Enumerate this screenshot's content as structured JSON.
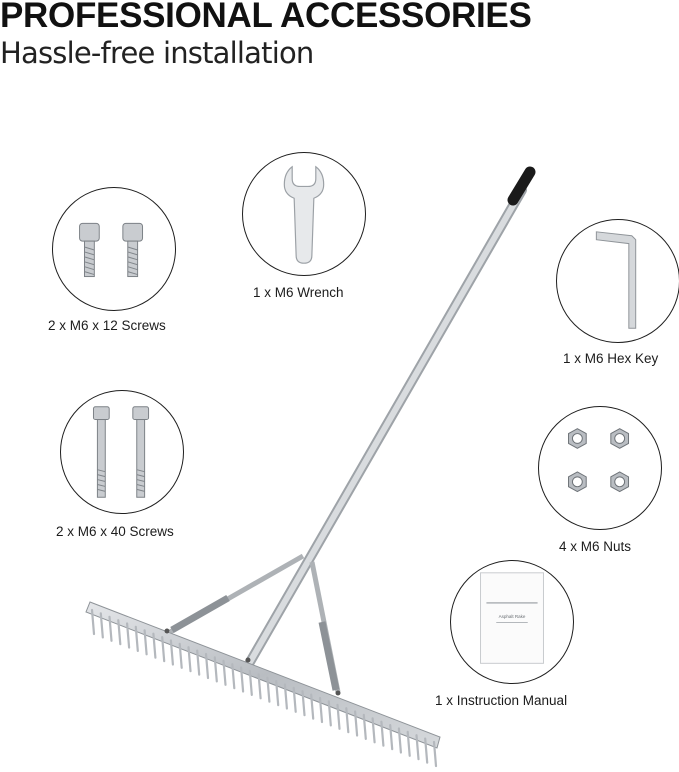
{
  "header": {
    "title": "PROFESSIONAL ACCESSORIES",
    "subtitle": "Hassle-free installation"
  },
  "accessories": [
    {
      "label": "2 x M6 x 12 Screws",
      "icon": "short-screws-icon"
    },
    {
      "label": "1 x M6 Wrench",
      "icon": "wrench-icon"
    },
    {
      "label": "1 x M6 Hex Key",
      "icon": "hex-key-icon"
    },
    {
      "label": "2 x M6 x 40 Screws",
      "icon": "long-screws-icon"
    },
    {
      "label": "4 x M6 Nuts",
      "icon": "nuts-icon"
    },
    {
      "label": "1 x Instruction Manual",
      "icon": "manual-icon"
    }
  ],
  "product": {
    "icon": "landscape-rake-icon"
  },
  "manual_cover": {
    "title": "Asphalt Rake"
  },
  "colors": {
    "metal": "#c9ccd0",
    "handle_grip": "#1a1a1a",
    "outline": "#1f1f1f"
  }
}
